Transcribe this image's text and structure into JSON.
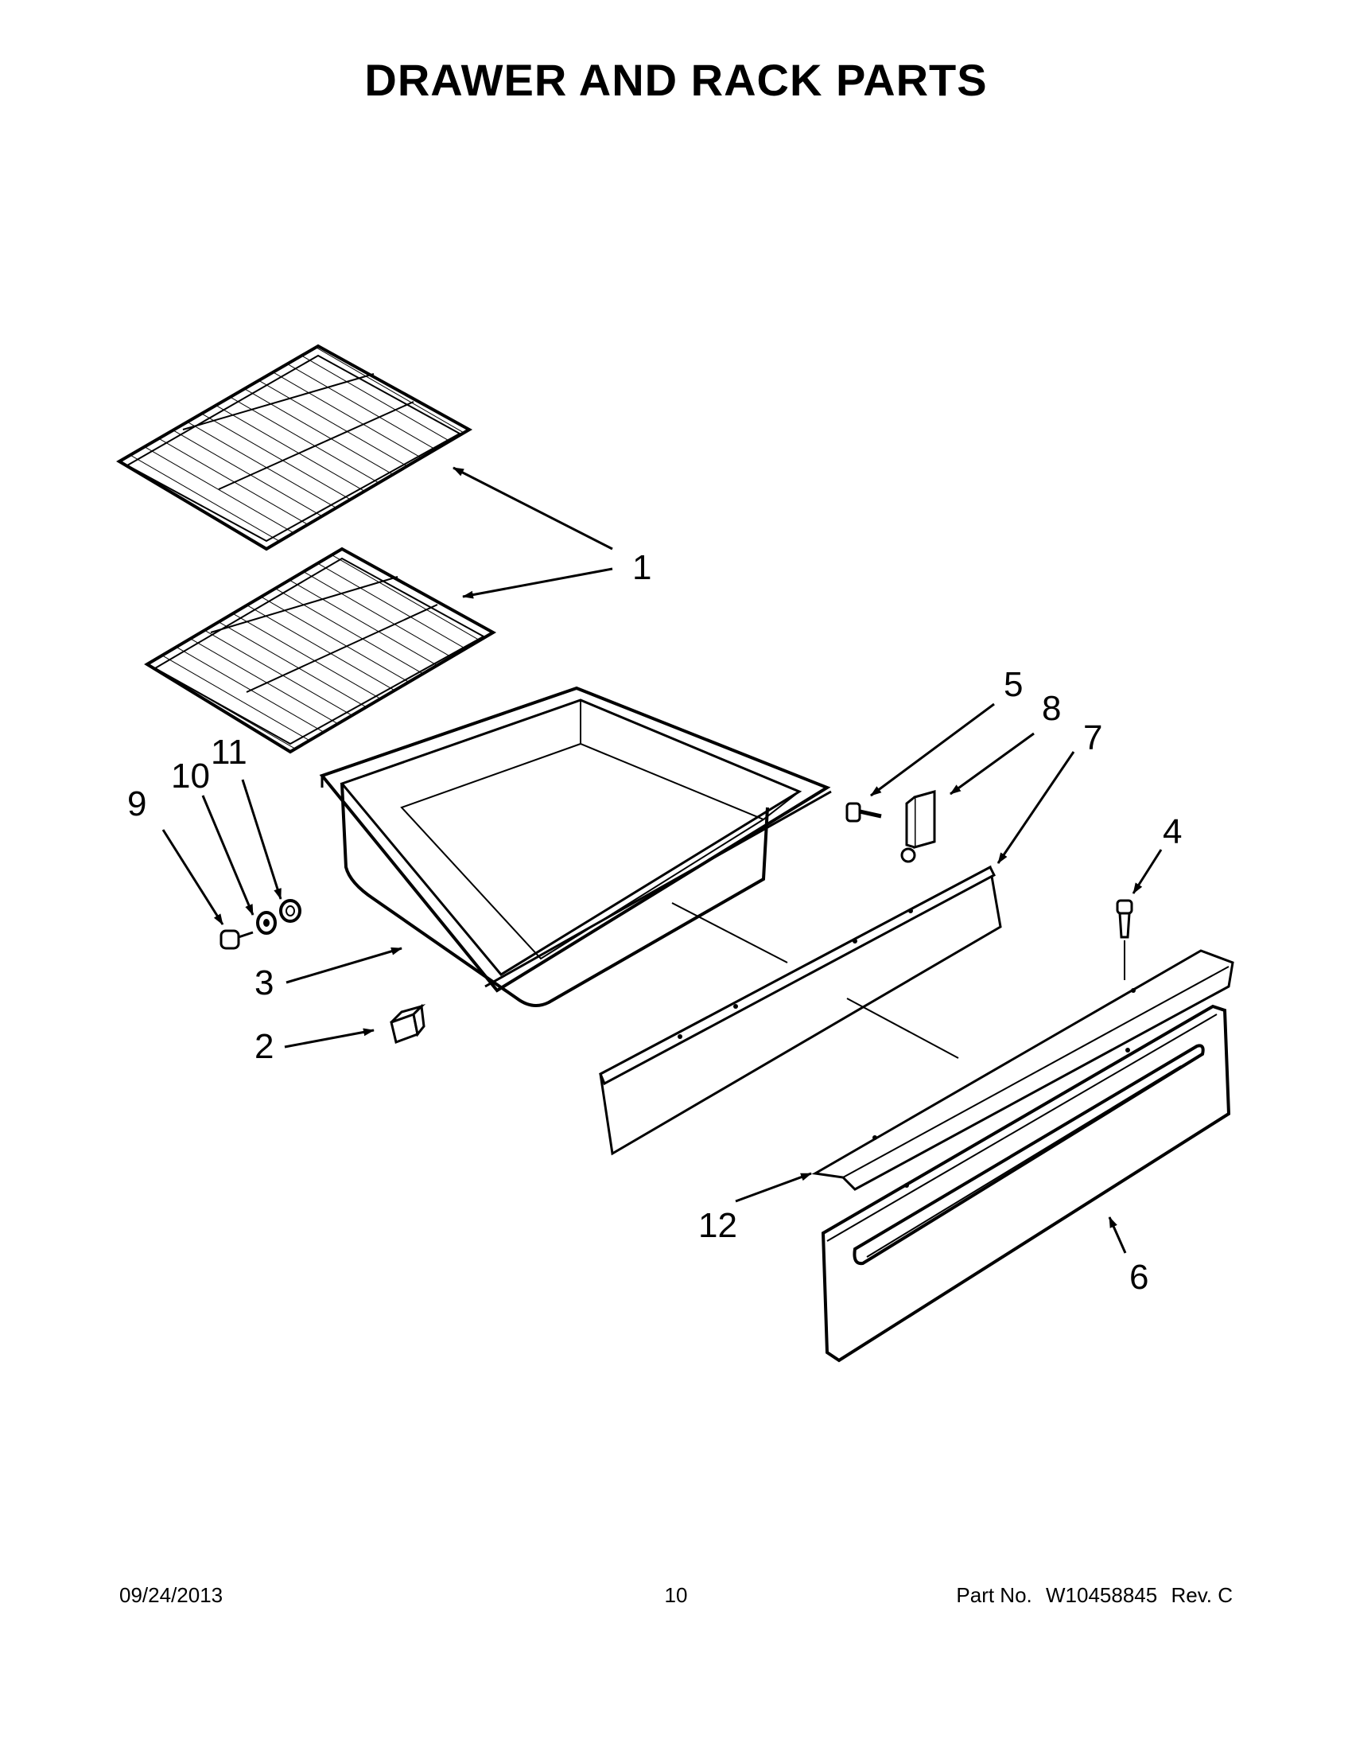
{
  "title": "DRAWER AND RACK PARTS",
  "callouts": {
    "c1": "1",
    "c2": "2",
    "c3": "3",
    "c4": "4",
    "c5": "5",
    "c6": "6",
    "c7": "7",
    "c8": "8",
    "c9": "9",
    "c10": "10",
    "c11": "11",
    "c12": "12"
  },
  "footer": {
    "date": "09/24/2013",
    "page": "10",
    "part_label": "Part No.",
    "part_number": "W10458845",
    "revision": "Rev. C"
  }
}
